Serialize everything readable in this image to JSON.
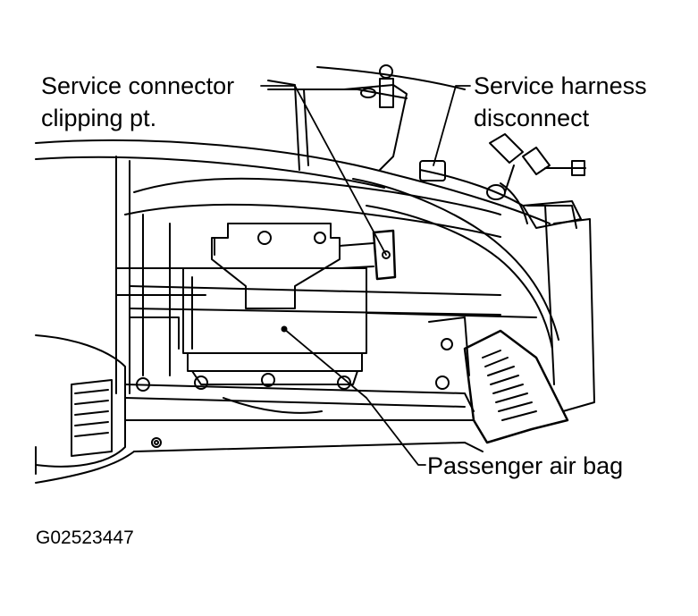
{
  "callouts": {
    "service_connector_line1": "Service connector",
    "service_connector_line2": "clipping pt.",
    "service_harness_line1": "Service harness",
    "service_harness_line2": "disconnect",
    "passenger_air_bag": "Passenger air bag"
  },
  "figure_id": "G02523447",
  "colors": {
    "ink": "#000000",
    "paper": "#ffffff"
  }
}
